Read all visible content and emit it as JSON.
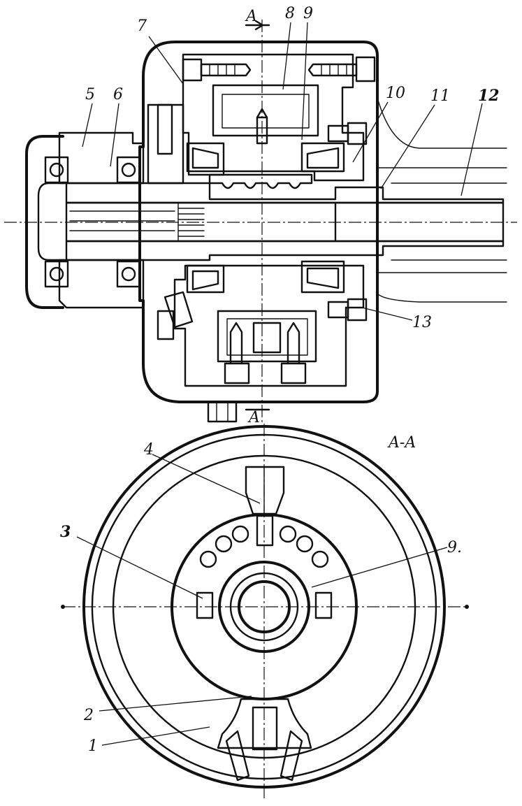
{
  "drawing": {
    "section_mark_top": "A",
    "section_mark_bottom": "A",
    "section_title": "A-A",
    "part_labels": {
      "p1": "1",
      "p2": "2",
      "p3": "3",
      "p4": "4",
      "p5": "5",
      "p6": "6",
      "p7": "7",
      "p8": "8",
      "p9_top": "9",
      "p9_section": "9.",
      "p10": "10",
      "p11": "11",
      "p12": "12",
      "p13": "13"
    },
    "ink_color": "#111111",
    "paper_color": "#ffffff"
  }
}
